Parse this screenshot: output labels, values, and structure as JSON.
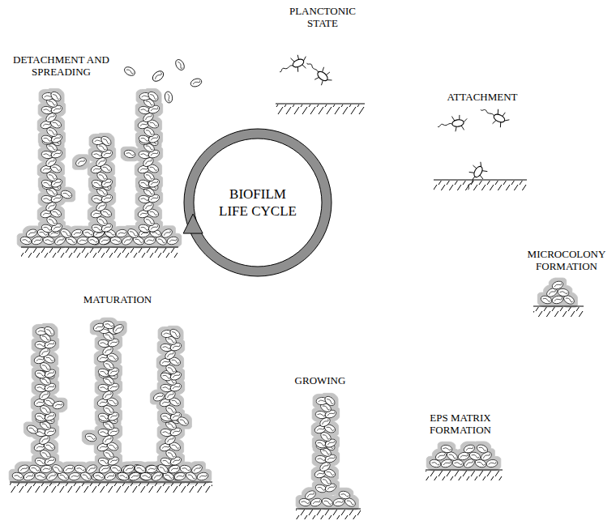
{
  "diagram": {
    "nodes": [
      {
        "text": [
          "BIOFILM LIFE CYCLE"
        ]
      }
    ],
    "labels": [
      "PLANCTONIC STATE",
      "ATTACHMENT",
      "MICROCOLONY FORMATION",
      "EPS MATRIX FORMATION",
      "GROWING",
      "MATURATION",
      "DETACHMENT AND SPREADING"
    ]
  }
}
